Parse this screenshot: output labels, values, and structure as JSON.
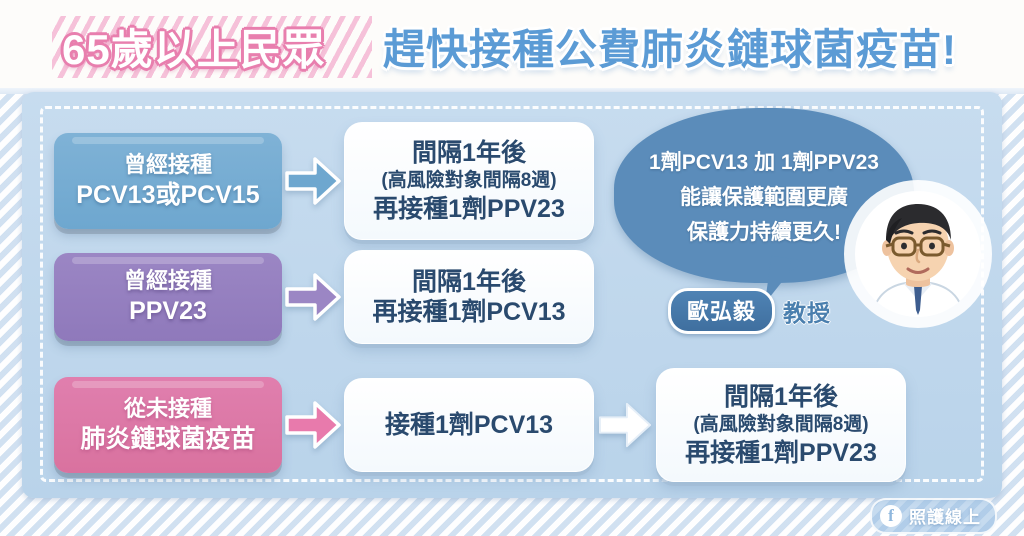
{
  "header": {
    "highlight": "65歲以上民眾",
    "main": "趕快接種公費肺炎鏈球菌疫苗!"
  },
  "flow": {
    "rows": [
      {
        "category": {
          "line1": "曾經接種",
          "line2": "PCV13或PCV15",
          "color": "#7fb2d6"
        },
        "arrow": {
          "name": "arrow-blue",
          "color": "#6ea7cf"
        },
        "step": {
          "line1": "間隔1年後",
          "line2": "(高風險對象間隔8週)",
          "line3": "再接種1劑PPV23"
        }
      },
      {
        "category": {
          "line1": "曾經接種",
          "line2": "PPV23",
          "color": "#9b86c4"
        },
        "arrow": {
          "name": "arrow-purple",
          "color": "#9b86c4"
        },
        "step": {
          "line1": "間隔1年後",
          "line2": "再接種1劑PCV13"
        }
      },
      {
        "category": {
          "line1": "從未接種",
          "line2": "肺炎鏈球菌疫苗",
          "color": "#e07fae"
        },
        "arrow": {
          "name": "arrow-pink",
          "color": "#e87aac"
        },
        "step": {
          "line1": "接種1劑PCV13"
        },
        "arrow2": {
          "name": "arrow-white",
          "color": "#ffffff"
        },
        "step2": {
          "line1": "間隔1年後",
          "line2": "(高風險對象間隔8週)",
          "line3": "再接種1劑PPV23"
        }
      }
    ]
  },
  "bubble": {
    "line1": "1劑PCV13 加 1劑PPV23",
    "line2": "能讓保護範圍更廣",
    "line3": "保護力持續更久!",
    "color": "#5b8cba"
  },
  "expert": {
    "name": "歐弘毅",
    "title": "教授"
  },
  "footer": {
    "brand": "照護線上",
    "icon": "facebook-icon",
    "icon_glyph": "f"
  }
}
